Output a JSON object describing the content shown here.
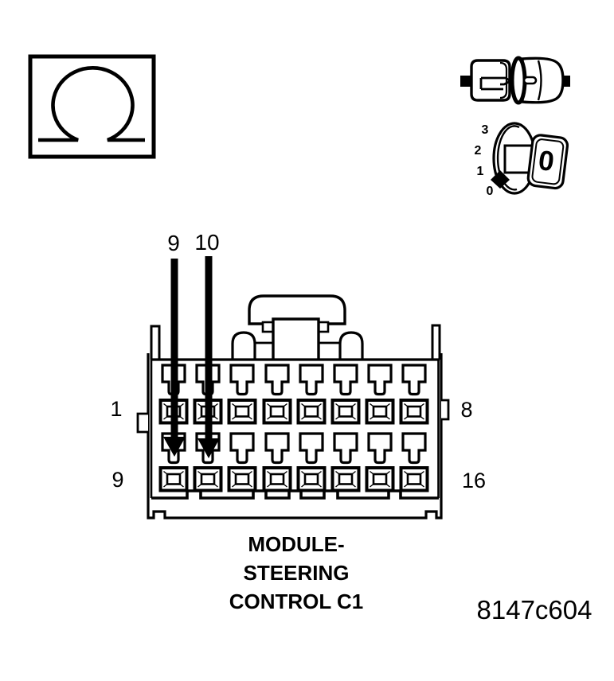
{
  "colors": {
    "ink": "#000000",
    "paper": "#ffffff"
  },
  "icons": {
    "meter": "ohmmeter-icon",
    "harness": "disconnected-connector-icon",
    "ignition": "ignition-switch-icon"
  },
  "ignition_switch": {
    "positions": [
      "3",
      "2",
      "1",
      "0"
    ],
    "indicator_position": "0",
    "key_label": "0"
  },
  "connector": {
    "arrow_labels": {
      "first": "9",
      "second": "10"
    },
    "pin_labels": {
      "row1_start": "1",
      "row1_end": "8",
      "row2_start": "9",
      "row2_end": "16"
    },
    "caption_line1": "MODULE-",
    "caption_line2": "STEERING",
    "caption_line3": "CONTROL C1"
  },
  "figure_code": "8147c604"
}
